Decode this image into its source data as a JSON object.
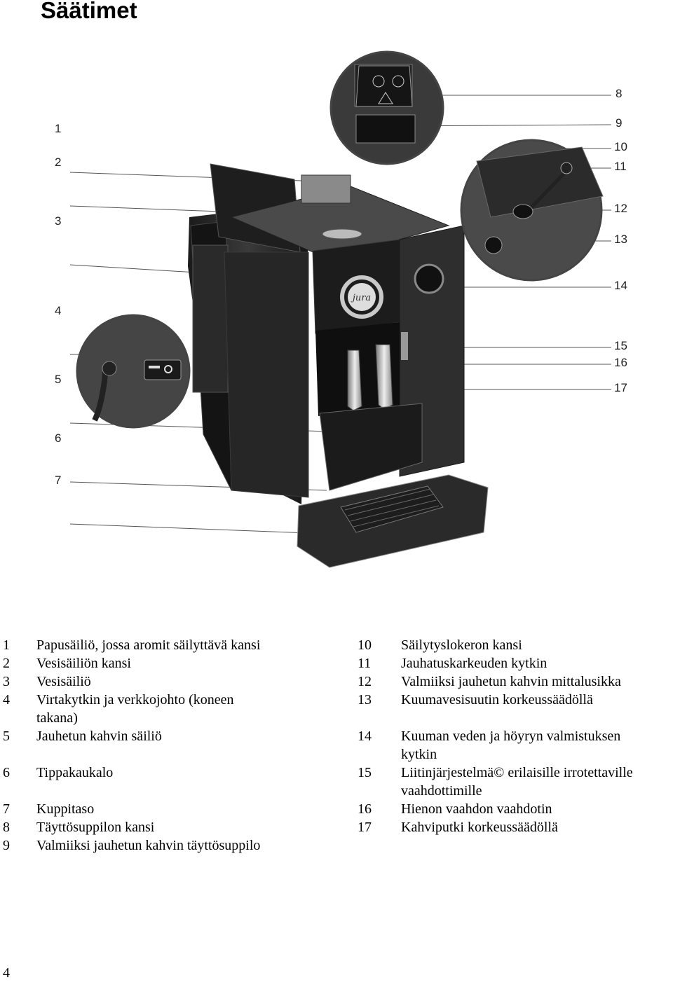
{
  "header": {
    "title": "Säätimet"
  },
  "figure": {
    "callouts": [
      "1",
      "2",
      "3",
      "4",
      "5",
      "6",
      "7",
      "8",
      "9",
      "10",
      "11",
      "12",
      "13",
      "14",
      "15",
      "16",
      "17"
    ],
    "brand": "jura",
    "colors": {
      "body": "#2b2b2b",
      "panel": "#1c1c1c",
      "metal": "#bfbfbf",
      "leader": "#555555"
    }
  },
  "legend": {
    "left": [
      {
        "num": "1",
        "text": "Papusäiliö, jossa aromit säilyttävä kansi"
      },
      {
        "num": "2",
        "text": "Vesisäiliön kansi"
      },
      {
        "num": "3",
        "text": "Vesisäiliö"
      },
      {
        "num": "4",
        "text": "Virtakytkin ja verkkojohto (koneen takana)"
      },
      {
        "num": "5",
        "text": "Jauhetun kahvin säiliö"
      },
      {
        "num": "6",
        "text": "Tippakaukalo"
      },
      {
        "num": "7",
        "text": "Kuppitaso"
      },
      {
        "num": "8",
        "text": "Täyttösuppilon kansi"
      },
      {
        "num": "9",
        "text": "Valmiiksi jauhetun kahvin täyttösuppilo"
      }
    ],
    "right": [
      {
        "num": "10",
        "text": "Säilytyslokeron kansi"
      },
      {
        "num": "11",
        "text": "Jauhatuskarkeuden kytkin"
      },
      {
        "num": "12",
        "text": "Valmiiksi jauhetun kahvin mittalusikka"
      },
      {
        "num": "13",
        "text": "Kuumavesisuutin korkeussäädöllä"
      },
      {
        "num": "14",
        "text": "Kuuman veden ja höyryn valmistuksen kytkin"
      },
      {
        "num": "15",
        "text": "Liitinjärjestelmä© erilaisille irrotettaville vaahdottimille"
      },
      {
        "num": "16",
        "text": "Hienon vaahdon vaahdotin"
      },
      {
        "num": "17",
        "text": "Kahviputki korkeussäädöllä"
      }
    ]
  },
  "footer": {
    "page_number": "4"
  }
}
